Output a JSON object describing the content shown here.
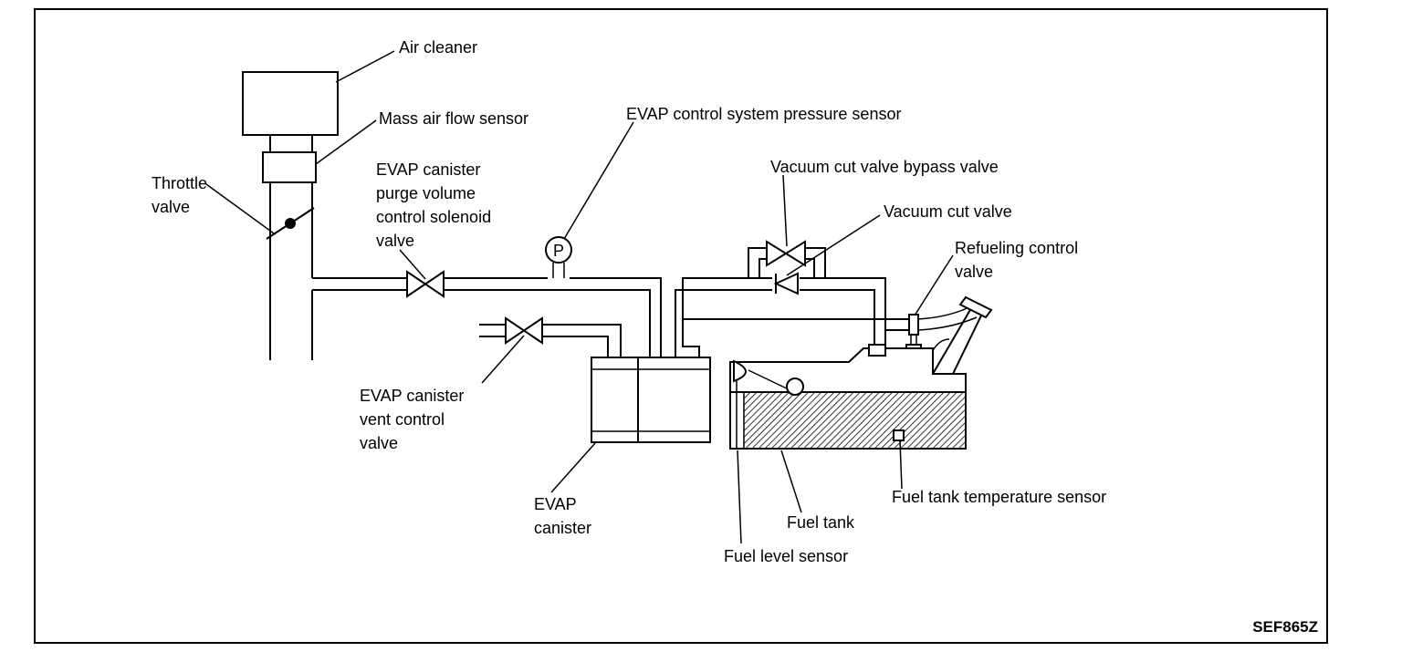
{
  "labels": {
    "air_cleaner": "Air cleaner",
    "mass_air_flow_sensor": "Mass air flow sensor",
    "throttle_valve": [
      "Throttle",
      "valve"
    ],
    "purge_volume_control_solenoid_valve": [
      "EVAP canister",
      "purge volume",
      "control solenoid",
      "valve"
    ],
    "pressure_sensor": "EVAP control system pressure sensor",
    "pressure_sensor_symbol": "P",
    "vacuum_cut_valve_bypass_valve": "Vacuum cut valve bypass valve",
    "vacuum_cut_valve": "Vacuum cut valve",
    "refueling_control_valve": [
      "Refueling control",
      "valve"
    ],
    "vent_control_valve": [
      "EVAP canister",
      "vent control",
      "valve"
    ],
    "evap_canister": [
      "EVAP",
      "canister"
    ],
    "fuel_tank": "Fuel tank",
    "fuel_tank_temperature_sensor": "Fuel tank temperature sensor",
    "fuel_level_sensor": "Fuel level sensor"
  },
  "figure_code": "SEF865Z",
  "colors": {
    "line": "#000000",
    "background": "#ffffff"
  }
}
